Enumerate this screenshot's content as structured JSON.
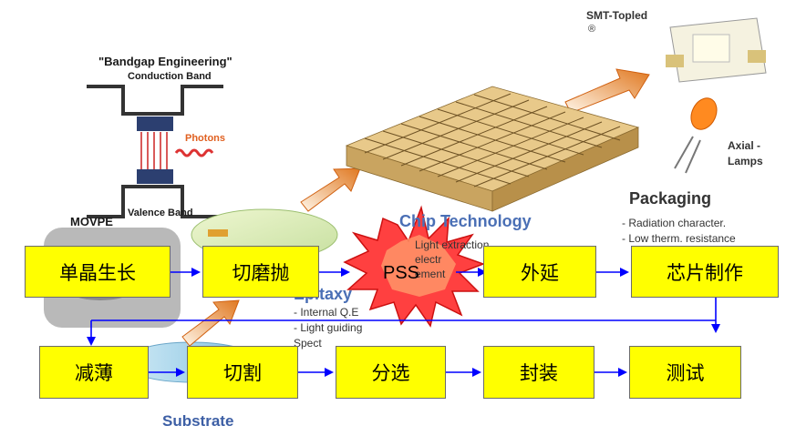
{
  "background": {
    "bandgap_title": "\"Bandgap Engineering\"",
    "conduction_band": "Conduction Band",
    "valence_band": "Valence Band",
    "photons": "Photons",
    "movpe": "MOVPE",
    "smt_title": "SMT-Topled",
    "smt_reg": "®",
    "axial_1": "Axial -",
    "axial_2": "Lamps",
    "packaging_title": "Packaging",
    "packaging_lines": [
      "- Radiation character.",
      "- Low therm. resistance"
    ],
    "chip_title": "Chip Technology",
    "chip_lines": [
      "Light extraction",
      "electr",
      "ement"
    ],
    "epitaxy_title": "Epitaxy",
    "epitaxy_lines": [
      "- Internal Q.E",
      "- Light guiding",
      "Spect"
    ],
    "substrate": "Substrate"
  },
  "process": {
    "row1": [
      "单晶生长",
      "切磨抛",
      "PSS",
      "外延",
      "芯片制作"
    ],
    "row2": [
      "减薄",
      "切割",
      "分选",
      "封装",
      "测试"
    ]
  },
  "colors": {
    "box_fill": "#ffff00",
    "arrow": "#0000ff",
    "burst_red": "#ff3333",
    "chip_gold": "#e8c98a"
  }
}
